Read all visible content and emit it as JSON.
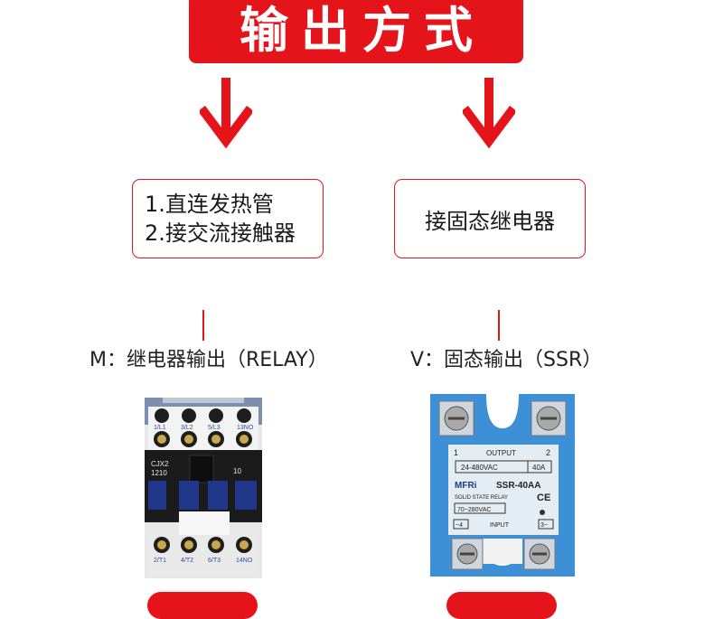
{
  "title": "输出方式",
  "colors": {
    "accent": "#e5141b",
    "text": "#222222",
    "ssr_blue": "#3d8fd6"
  },
  "left": {
    "box_lines": [
      "1.直连发热管",
      "2.接交流接触器"
    ],
    "caption": "M：继电器输出（RELAY）",
    "device": {
      "top_terminals": [
        "1/L1",
        "3/L2",
        "5/L3",
        "13NO"
      ],
      "model": "CJX2",
      "code": "1210",
      "rating": "10",
      "bottom_terminals": [
        "2/T1",
        "4/T2",
        "6/T3",
        "14NO"
      ]
    }
  },
  "right": {
    "box_text": "接固态继电器",
    "caption": "V：固态输出（SSR）",
    "device": {
      "t1": "1",
      "output": "OUTPUT",
      "t2": "2",
      "voltage": "24-480VAC",
      "current": "40A",
      "brand": "MFRi",
      "model": "SSR-40AA",
      "ce": "CE",
      "subtitle": "SOLID STATE RELAY",
      "input_voltage": "70~280VAC",
      "t4": "~4",
      "input": "INPUT",
      "t3": "3~"
    }
  }
}
